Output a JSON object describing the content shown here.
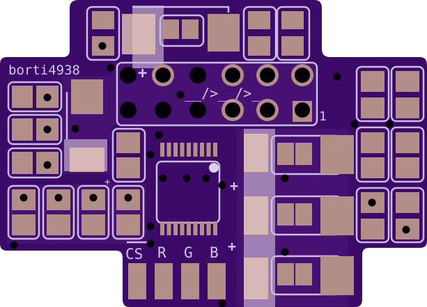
{
  "board": {
    "name_label": "borti4938",
    "connector_plus": "+",
    "connector_pattern": "__/>__/>_",
    "pin1_label": "1",
    "pad_labels": [
      "CS",
      "R",
      "G",
      "B"
    ],
    "led_plus_labels": [
      "+",
      "+",
      "+"
    ]
  },
  "colors": {
    "board": "#3c0a69",
    "copper": "#4a1478",
    "pad": "#b38d88",
    "silkscreen": "#cbbde3"
  }
}
